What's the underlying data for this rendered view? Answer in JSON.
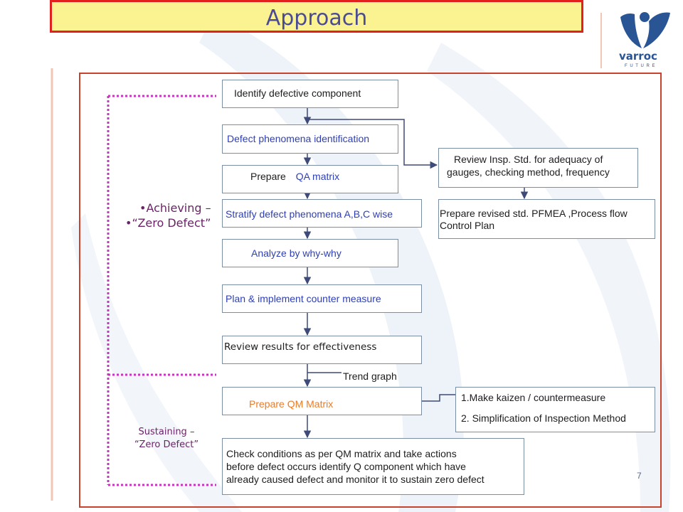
{
  "slide": {
    "title": "Approach",
    "page_number": "7",
    "logo": {
      "brand": "varroc",
      "tagline": "F U T U R E"
    }
  },
  "flow": {
    "identify": "Identify defective component",
    "defect_phenomena": "Defect phenomena identification",
    "prepare_word": "Prepare",
    "qa_matrix": "QA matrix",
    "stratify": "Stratify defect phenomena A,B,C wise",
    "analyze": "Analyze by why-why",
    "plan": "Plan & implement counter measure",
    "review_results": "Review results for effectiveness",
    "trend_graph": "Trend graph",
    "prepare_qm": "Prepare QM Matrix",
    "check_conditions": [
      "Check conditions as per QM matrix and take actions",
      "before defect occurs identify  Q  component which have",
      "already caused defect and monitor it to sustain zero defect"
    ]
  },
  "side": {
    "review_insp": [
      "Review Insp. Std. for adequacy of",
      "gauges, checking method, frequency"
    ],
    "revised_std": [
      "Prepare revised std. PFMEA ,Process flow",
      "Control Plan"
    ],
    "kaizen": "1.Make kaizen / countermeasure",
    "simplification": "2. Simplification of Inspection Method"
  },
  "labels": {
    "achieving_1": "•Achieving –",
    "achieving_2": "•“Zero Defect”",
    "sustaining_1": "Sustaining –",
    "sustaining_2": "“Zero Defect”"
  },
  "colors": {
    "title_fill": "#fbf391",
    "title_border": "#e3211c",
    "title_text": "#4b4b93",
    "frame": "#c8432c",
    "blue_text": "#2e3fb4",
    "orange_text": "#ef7a21",
    "purple_text": "#6b2367",
    "dotted_bracket": "#c833c0",
    "logo_blue": "#2a5595"
  }
}
